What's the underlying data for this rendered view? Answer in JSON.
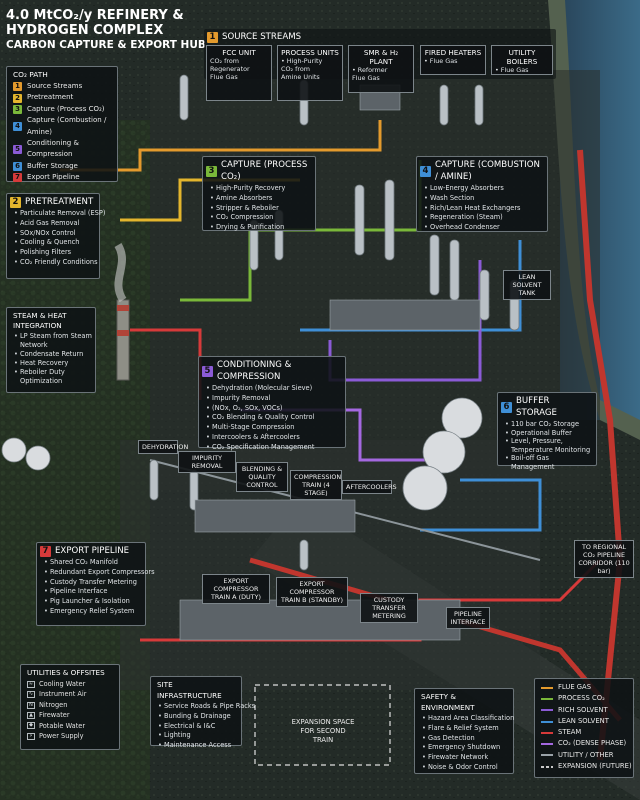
{
  "header": {
    "title_line1": "4.0 MtCO₂/y REFINERY &",
    "title_line2": "HYDROGEN COMPLEX",
    "title_line3": "CARBON CAPTURE & EXPORT HUB"
  },
  "co2_path": {
    "heading": "CO₂ PATH",
    "items": [
      {
        "num": "1",
        "label": "Source Streams",
        "color": "#e39a2d"
      },
      {
        "num": "2",
        "label": "Pretreatment",
        "color": "#e3b52d"
      },
      {
        "num": "3",
        "label": "Capture (Process CO₂)",
        "color": "#7ab83a"
      },
      {
        "num": "4",
        "label": "Capture (Combustion / Amine)",
        "color": "#3f8fd6"
      },
      {
        "num": "5",
        "label": "Conditioning & Compression",
        "color": "#8b5bd6"
      },
      {
        "num": "6",
        "label": "Buffer Storage",
        "color": "#3f8fd6"
      },
      {
        "num": "7",
        "label": "Export Pipeline",
        "color": "#d63a3a"
      }
    ]
  },
  "source_streams": {
    "num": "1",
    "heading": "SOURCE STREAMS",
    "units": [
      {
        "title": "FCC UNIT",
        "lines": [
          "CO₂ from",
          "Regenerator",
          "Flue Gas"
        ]
      },
      {
        "title": "PROCESS UNITS",
        "lines": [
          "• High-Purity",
          "CO₂ from",
          "Amine Units"
        ]
      },
      {
        "title": "SMR & H₂ PLANT",
        "lines": [
          "• Reformer",
          "Flue Gas"
        ]
      },
      {
        "title": "FIRED HEATERS",
        "lines": [
          "• Flue Gas"
        ]
      },
      {
        "title": "UTILITY BOILERS",
        "lines": [
          "• Flue Gas"
        ]
      }
    ]
  },
  "pretreatment": {
    "num": "2",
    "heading": "PRETREATMENT",
    "items": [
      "Particulate Removal (ESP)",
      "Acid Gas Removal",
      "SOx/NOx Control",
      "Cooling & Quench",
      "Polishing Filters",
      "CO₂ Friendly Conditions"
    ]
  },
  "capture_process": {
    "num": "3",
    "heading": "CAPTURE (PROCESS CO₂)",
    "items": [
      "High-Purity Recovery",
      "Amine Absorbers",
      "Stripper & Reboiler",
      "CO₂ Compression",
      "Drying & Purification"
    ]
  },
  "capture_combustion": {
    "num": "4",
    "heading": "CAPTURE (COMBUSTION / AMINE)",
    "items": [
      "Low-Energy Absorbers",
      "Wash Section",
      "Rich/Lean Heat Exchangers",
      "Regeneration (Steam)",
      "Overhead Condenser"
    ]
  },
  "lean_solvent_label": "LEAN SOLVENT TANK",
  "steam_heat": {
    "heading": "STEAM & HEAT INTEGRATION",
    "items": [
      "LP Steam from Steam Network",
      "Condensate Return",
      "Heat Recovery",
      "Reboiler Duty Optimization"
    ]
  },
  "conditioning": {
    "num": "5",
    "heading": "CONDITIONING & COMPRESSION",
    "items": [
      "Dehydration (Molecular Sieve)",
      "Impurity Removal",
      "(NOx, O₂, SOx, VOCs)",
      "CO₂ Blending & Quality Control",
      "Multi-Stage Compression",
      "Intercoolers & Aftercoolers",
      "CO₂ Specification Management"
    ]
  },
  "buffer_storage": {
    "num": "6",
    "heading": "BUFFER STORAGE",
    "items": [
      "110 bar CO₂ Storage",
      "Operational Buffer",
      "Level, Pressure, Temperature Monitoring",
      "Boil-off Gas Management"
    ]
  },
  "process_labels": {
    "dehydration": "DEHYDRATION",
    "impurity": "IMPURITY REMOVAL",
    "blending": "BLENDING & QUALITY CONTROL",
    "compression": "COMPRESSION TRAIN (4 STAGE)",
    "aftercoolers": "AFTERCOOLERS",
    "train_a": "EXPORT COMPRESSOR TRAIN A (DUTY)",
    "train_b": "EXPORT COMPRESSOR TRAIN B (STANDBY)",
    "custody": "CUSTODY TRANSFER METERING",
    "pipeline_interface": "PIPELINE INTERFACE",
    "regional": "TO REGIONAL CO₂ PIPELINE CORRIDOR (110 bar)"
  },
  "export_pipeline": {
    "num": "7",
    "heading": "EXPORT PIPELINE",
    "items": [
      "Shared CO₂ Manifold",
      "Redundant Export Compressors",
      "Custody Transfer Metering",
      "Pipeline Interface",
      "Pig Launcher & Isolation",
      "Emergency Relief System"
    ]
  },
  "utilities": {
    "heading": "UTILITIES & OFFSITES",
    "items": [
      {
        "icon": "cooling-water-icon",
        "label": "Cooling Water"
      },
      {
        "icon": "instrument-air-icon",
        "label": "Instrument Air"
      },
      {
        "icon": "nitrogen-icon",
        "label": "Nitrogen"
      },
      {
        "icon": "firewater-icon",
        "label": "Firewater"
      },
      {
        "icon": "potable-water-icon",
        "label": "Potable Water"
      },
      {
        "icon": "power-supply-icon",
        "label": "Power Supply"
      }
    ]
  },
  "site_infrastructure": {
    "heading": "SITE INFRASTRUCTURE",
    "items": [
      "Service Roads & Pipe Racks",
      "Bunding & Drainage",
      "Electrical & I&C",
      "Lighting",
      "Maintenance Access"
    ]
  },
  "expansion": "EXPANSION SPACE FOR SECOND TRAIN",
  "safety": {
    "heading": "SAFETY & ENVIRONMENT",
    "items": [
      "Hazard Area Classification",
      "Flare & Relief System",
      "Gas Detection",
      "Emergency Shutdown",
      "Firewater Network",
      "Noise & Odor Control"
    ]
  },
  "legend": {
    "items": [
      {
        "label": "FLUE GAS",
        "color": "#e39a2d",
        "dashed": false
      },
      {
        "label": "PROCESS CO₂",
        "color": "#7ab83a",
        "dashed": false
      },
      {
        "label": "RICH SOLVENT",
        "color": "#8b5bd6",
        "dashed": false
      },
      {
        "label": "LEAN SOLVENT",
        "color": "#3f8fd6",
        "dashed": false
      },
      {
        "label": "STEAM",
        "color": "#d63a3a",
        "dashed": false
      },
      {
        "label": "CO₂ (DENSE PHASE)",
        "color": "#a468e0",
        "dashed": false
      },
      {
        "label": "UTILITY / OTHER",
        "color": "#9aa2a8",
        "dashed": false
      },
      {
        "label": "EXPANSION (FUTURE)",
        "color": "#c9c9c9",
        "dashed": true
      }
    ]
  }
}
